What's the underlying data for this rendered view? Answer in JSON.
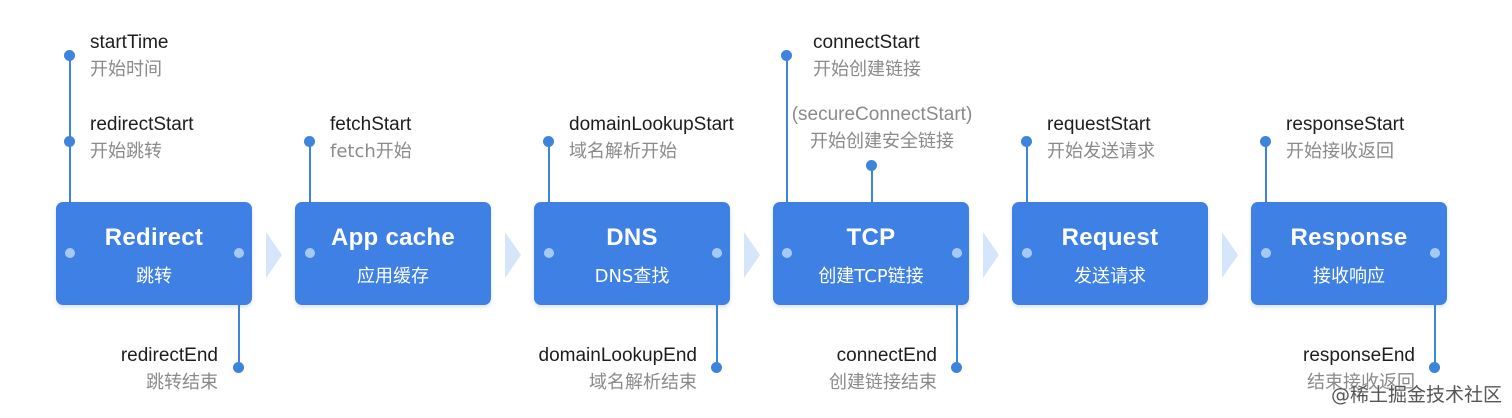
{
  "stages": [
    {
      "title": "Redirect",
      "subtitle": "跳转"
    },
    {
      "title": "App cache",
      "subtitle": "应用缓存"
    },
    {
      "title": "DNS",
      "subtitle": "DNS查找"
    },
    {
      "title": "TCP",
      "subtitle": "创建TCP链接"
    },
    {
      "title": "Request",
      "subtitle": "发送请求"
    },
    {
      "title": "Response",
      "subtitle": "接收响应"
    }
  ],
  "events": {
    "startTime": {
      "en": "startTime",
      "zh": "开始时间"
    },
    "redirectStart": {
      "en": "redirectStart",
      "zh": "开始跳转"
    },
    "redirectEnd": {
      "en": "redirectEnd",
      "zh": "跳转结束"
    },
    "fetchStart": {
      "en": "fetchStart",
      "zh": "fetch开始"
    },
    "domainLookupStart": {
      "en": "domainLookupStart",
      "zh": "域名解析开始"
    },
    "domainLookupEnd": {
      "en": "domainLookupEnd",
      "zh": "域名解析结束"
    },
    "connectStart": {
      "en": "connectStart",
      "zh": "开始创建链接"
    },
    "secureConnectStart": {
      "en": "(secureConnectStart)",
      "zh": "开始创建安全链接"
    },
    "connectEnd": {
      "en": "connectEnd",
      "zh": "创建链接结束"
    },
    "requestStart": {
      "en": "requestStart",
      "zh": "开始发送请求"
    },
    "responseStart": {
      "en": "responseStart",
      "zh": "开始接收返回"
    },
    "responseEnd": {
      "en": "responseEnd",
      "zh": "结束接收返回"
    }
  },
  "watermark": "@稀土掘金技术社区",
  "colors": {
    "box": "#3e80e4",
    "line": "#3d85dc",
    "arrow": "#d6e6fa"
  }
}
